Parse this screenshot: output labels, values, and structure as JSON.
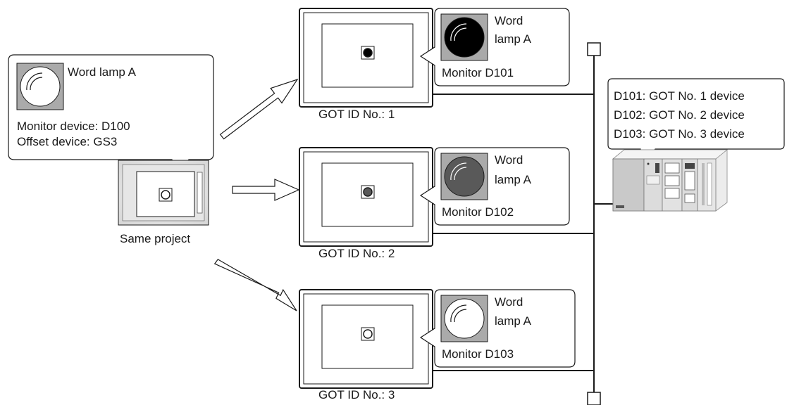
{
  "source_project": {
    "callout": {
      "lamp_name": "Word lamp A",
      "monitor_device": "Monitor device: D100",
      "offset_device": "Offset device: GS3"
    },
    "caption": "Same project"
  },
  "gots": [
    {
      "id_label": "GOT ID No.: 1",
      "lamp_line1": "Word",
      "lamp_line2": "lamp A",
      "monitor": "Monitor D101",
      "lamp_color": "#000000"
    },
    {
      "id_label": "GOT ID No.: 2",
      "lamp_line1": "Word",
      "lamp_line2": "lamp A",
      "monitor": "Monitor D102",
      "lamp_color": "#595959"
    },
    {
      "id_label": "GOT ID No.: 3",
      "lamp_line1": "Word",
      "lamp_line2": "lamp A",
      "monitor": "Monitor D103",
      "lamp_color": "#ffffff"
    }
  ],
  "plc_callout": {
    "lines": [
      "D101: GOT No. 1 device",
      "D102: GOT No. 2 device",
      "D103: GOT No. 3 device"
    ]
  }
}
